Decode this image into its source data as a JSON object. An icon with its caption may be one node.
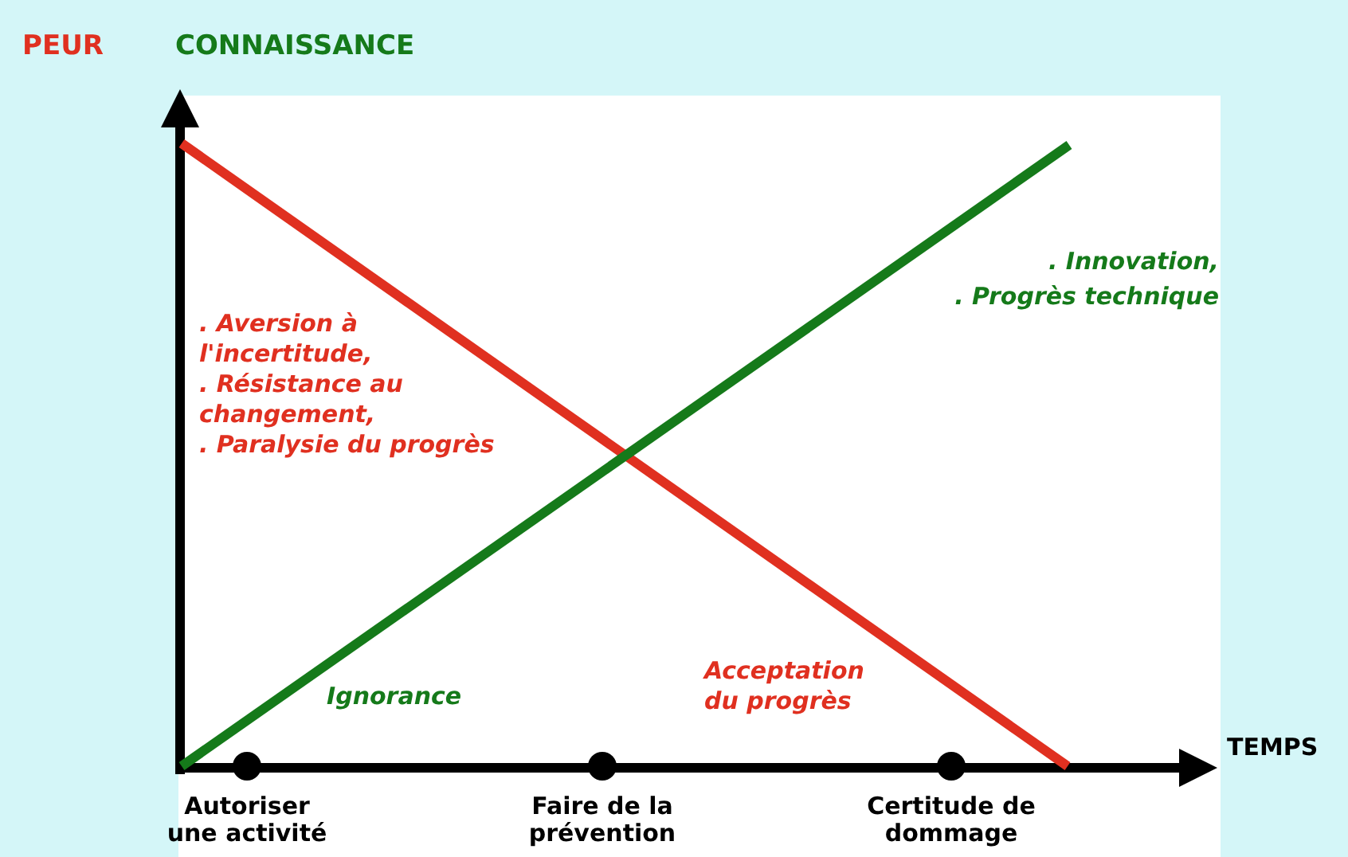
{
  "diagram": {
    "labels": [
      "PEUR",
      "CONNAISSANCE",
      ". Innovation,",
      ". Progrès technique",
      ". Aversion à l'incertitude,",
      ". Résistance au changement,",
      ". Paralysie du progrès",
      "Ignorance",
      "Acceptation du progrès",
      "TEMPS",
      "Autoriser une activité",
      "Faire de la prévention",
      "Certitude de dommage"
    ]
  }
}
